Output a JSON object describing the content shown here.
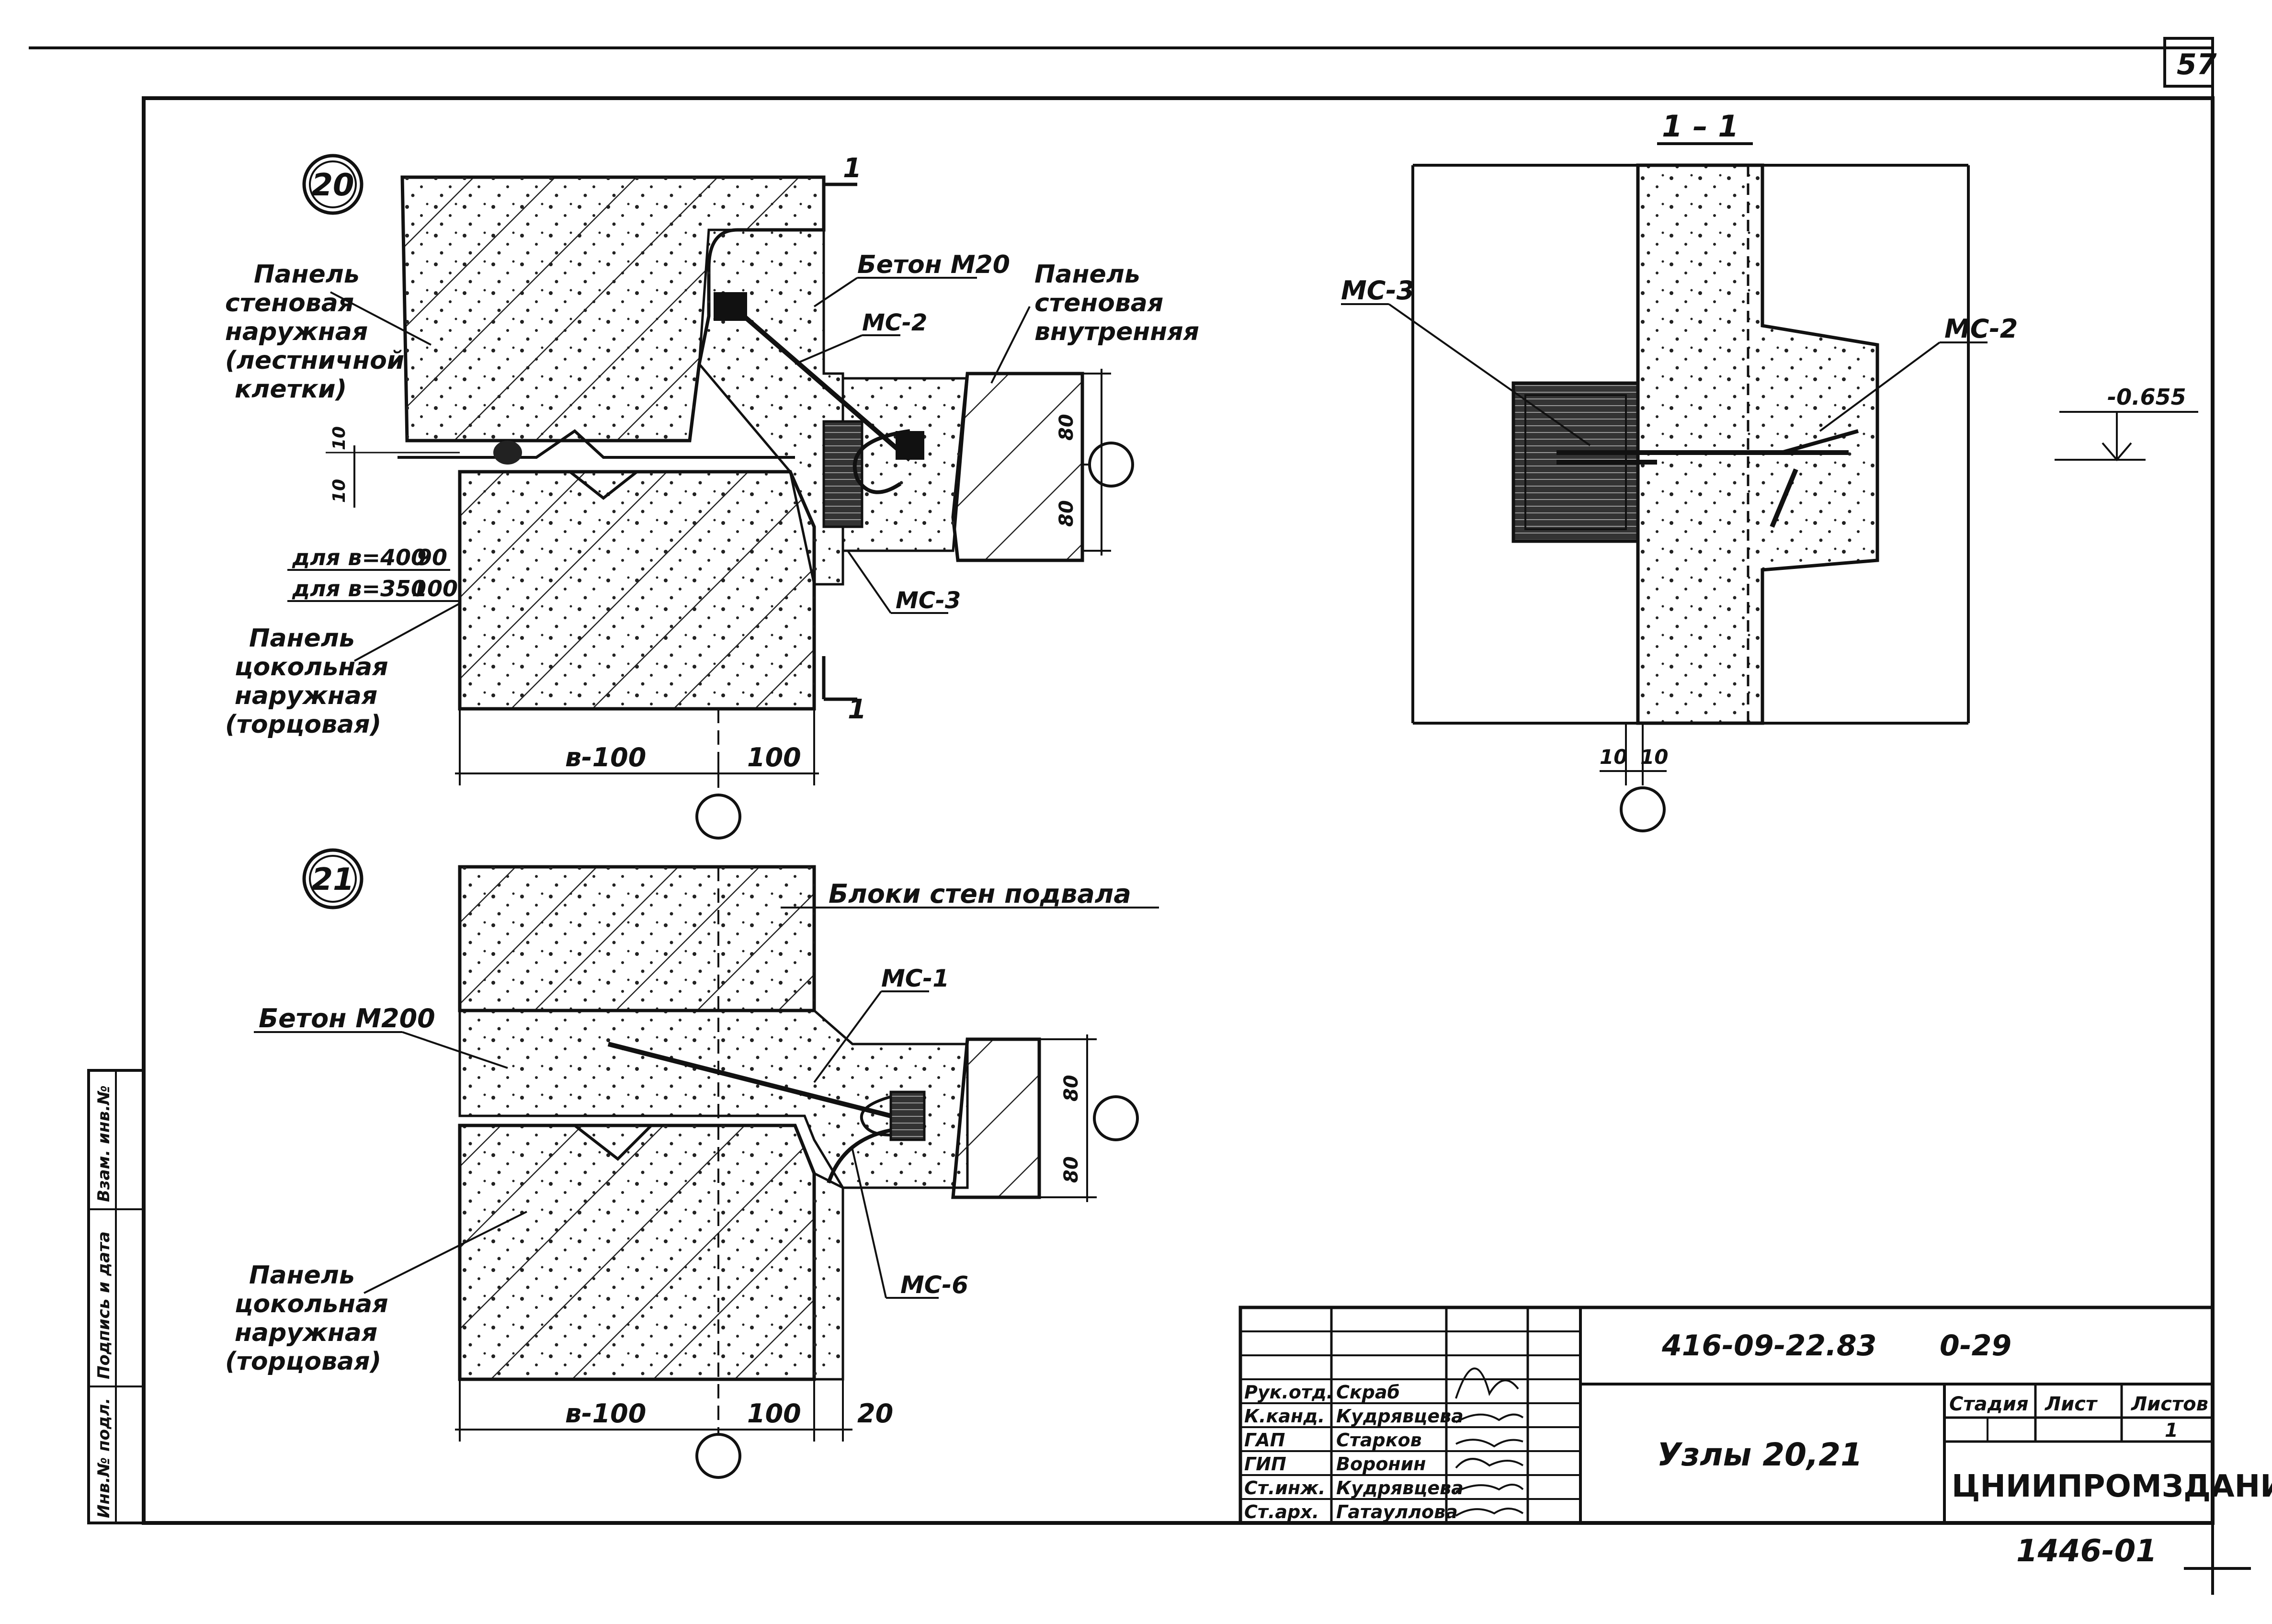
{
  "sheet_number": "57",
  "archive_number": "1446-01",
  "node20": {
    "id": "20",
    "section_mark": "1",
    "labels": {
      "panel_outer_stair": [
        "Панель",
        "стеновая",
        "наружная",
        "(лестничной",
        "клетки)"
      ],
      "concrete": "Бетон М20",
      "panel_inner": [
        "Панель",
        "стеновая",
        "внутренняя"
      ],
      "mc2": "МС-2",
      "mc3": "МС-3",
      "panel_plinth": [
        "Панель",
        "цокольная",
        "наружная",
        "(торцовая)"
      ],
      "dim_10a": "10",
      "dim_10b": "10",
      "dim_80a": "80",
      "dim_80b": "80",
      "for_400": "для в=400",
      "val_400": "90",
      "for_350": "для в=350",
      "val_350": "100",
      "dim_b100": "в-100",
      "dim_100": "100"
    }
  },
  "node21": {
    "id": "21",
    "labels": {
      "basement_blocks": "Блоки стен подвала",
      "concrete": "Бетон М200",
      "mc1": "МС-1",
      "mc6": "МС-6",
      "panel_plinth": [
        "Панель",
        "цокольная",
        "наружная",
        "(торцовая)"
      ],
      "dim_80a": "80",
      "dim_80b": "80",
      "dim_b100": "в-100",
      "dim_100": "100",
      "dim_20": "20"
    }
  },
  "section11": {
    "title": "1 – 1",
    "mc3": "МС-3",
    "mc2": "МС-2",
    "level": "-0.655",
    "dim_left": "10",
    "dim_right": "10"
  },
  "side_stamp": [
    "Инв.№ подл.",
    "Подпись и дата",
    "Взам. инв.№"
  ],
  "title_block": {
    "doc_code": "416-09-22.83",
    "sheet_code": "0-29",
    "title": "Узлы 20,21",
    "stage_header": "Стадия",
    "sheet_header": "Лист",
    "sheets_header": "Листов",
    "sheets_value": "1",
    "org": "ЦНИИПРОМЗДАНИЙ",
    "roles": [
      "Рук.отд.",
      "К.канд.",
      "ГАП",
      "ГИП",
      "Ст.инж.",
      "Ст.арх."
    ],
    "names": [
      "Скраб",
      "Кудрявцева",
      "Старков",
      "Воронин",
      "Кудрявцева",
      "Гатауллова"
    ]
  }
}
